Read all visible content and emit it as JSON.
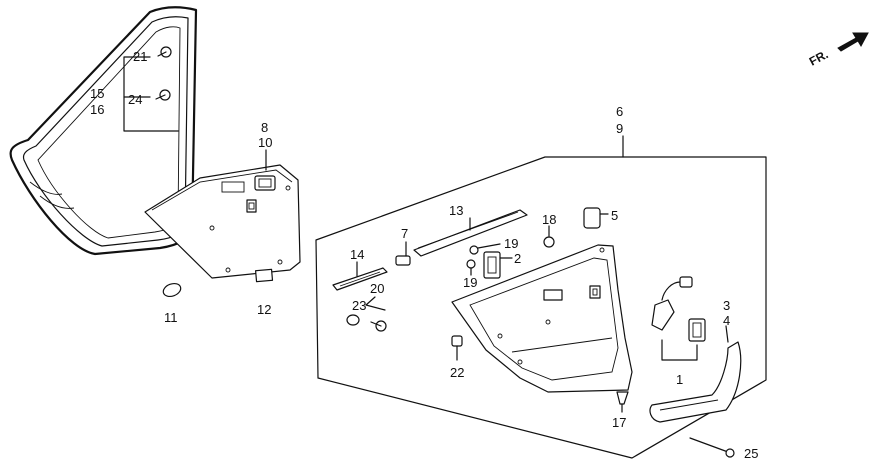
{
  "direction": {
    "label": "FR.",
    "icon": "arrow-icon"
  },
  "labels": {
    "p1": "1",
    "p2": "2",
    "p3": "3",
    "p4": "4",
    "p5": "5",
    "p6": "6",
    "p7": "7",
    "p8": "8",
    "p9": "9",
    "p10": "10",
    "p11": "11",
    "p12": "12",
    "p13": "13",
    "p14": "14",
    "p15": "15",
    "p16": "16",
    "p17": "17",
    "p18": "18",
    "p19a": "19",
    "p19b": "19",
    "p20": "20",
    "p21": "21",
    "p22": "22",
    "p23": "23",
    "p24": "24",
    "p25": "25"
  }
}
